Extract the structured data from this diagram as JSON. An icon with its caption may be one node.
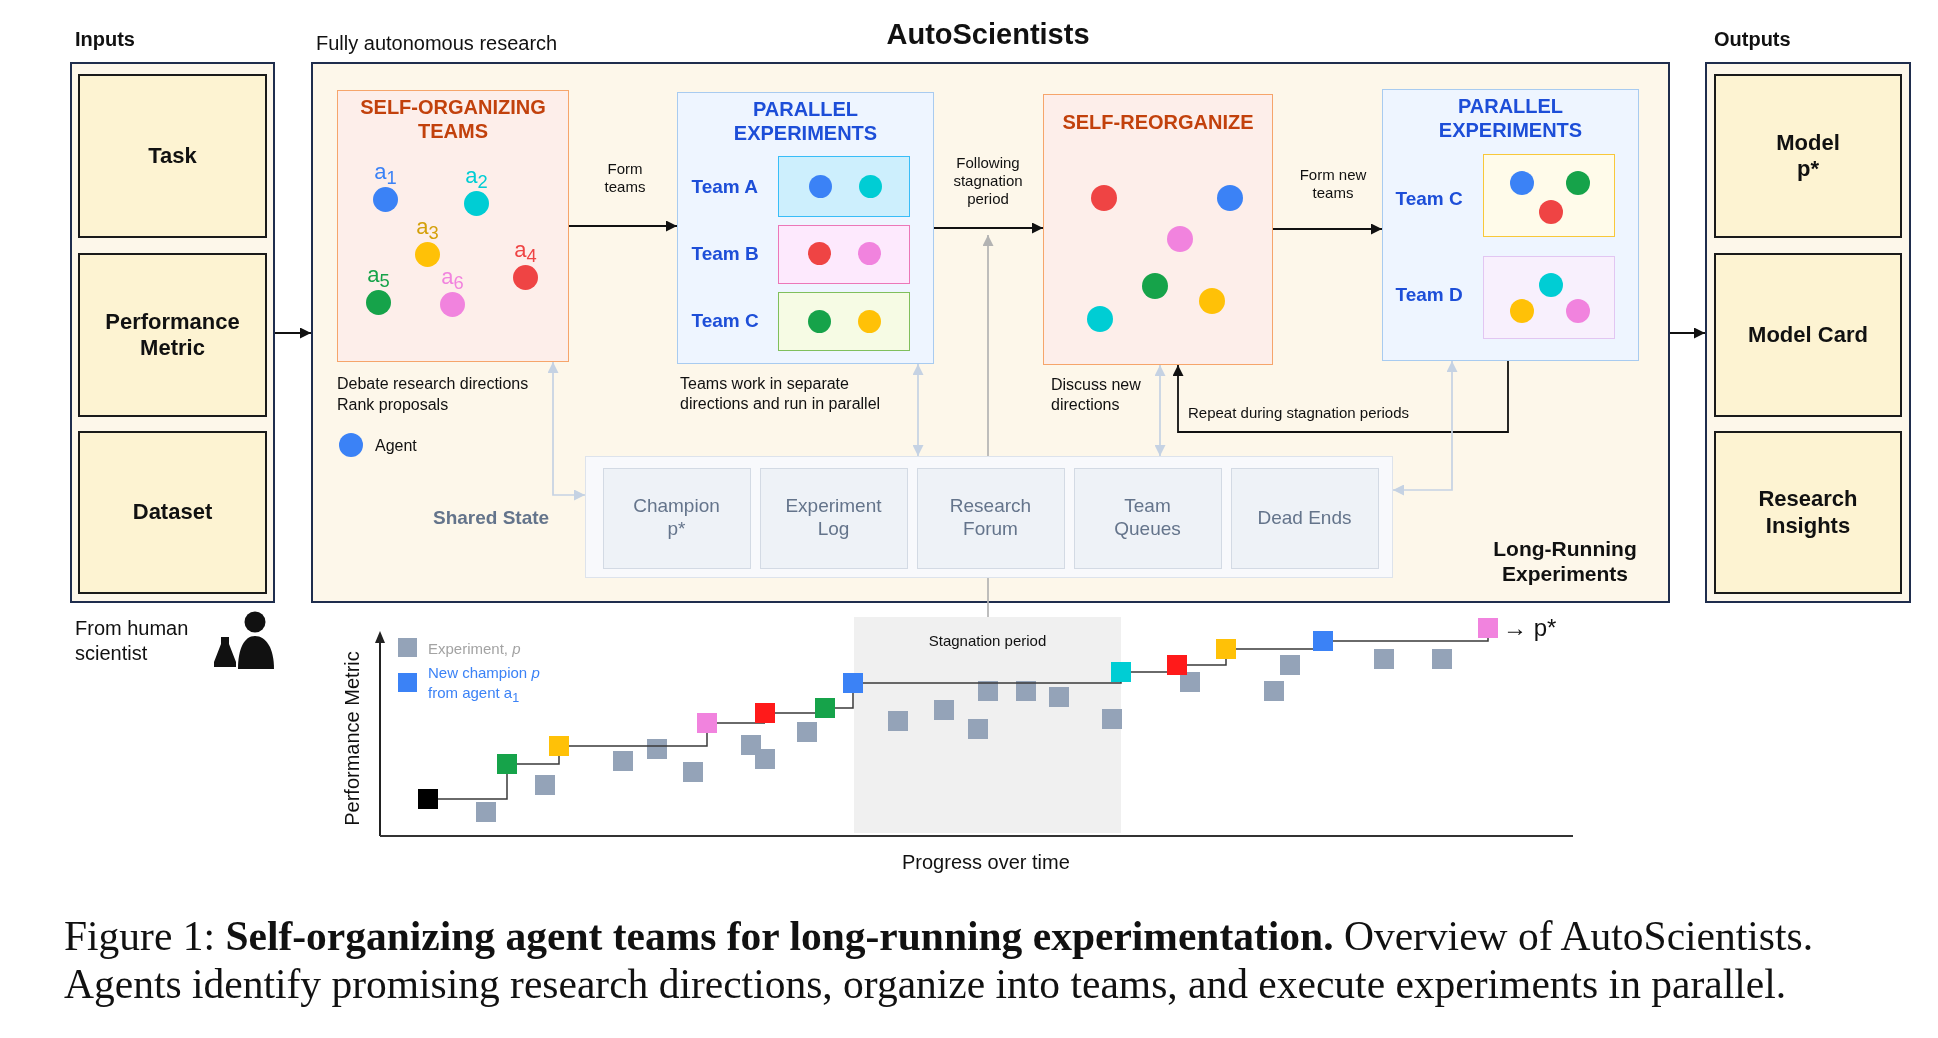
{
  "diagram": {
    "title": "AutoScientists",
    "caption": "Figure 1: **Self-organizing agent teams for long-running experimentation.** Overview of AutoScientists. Agents identify promising research directions, organize into teams, and execute experiments in parallel.",
    "nodes": [
      {
        "text": [
          "Inputs"
        ],
        "beside": [
          "From human scientist"
        ]
      },
      {
        "text": [
          "Task"
        ],
        "in": 0
      },
      {
        "text": [
          "Performance Metric"
        ],
        "in": 0
      },
      {
        "text": [
          "Dataset"
        ],
        "in": 0
      },
      {
        "text": [
          "Fully autonomous research",
          "Long-Running Experiments"
        ]
      },
      {
        "text": [
          "SELF-ORGANIZING TEAMS"
        ],
        "in": 4,
        "beside": [
          "Debate research directions",
          "Rank proposals"
        ]
      },
      {
        "text": [
          "a$_{1}$"
        ],
        "in": 5
      },
      {
        "text": [
          "a$_{2}$"
        ],
        "in": 5
      },
      {
        "text": [
          "a$_{3}$"
        ],
        "in": 5
      },
      {
        "text": [
          "a$_{4}$"
        ],
        "in": 5
      },
      {
        "text": [
          "a$_{5}$"
        ],
        "in": 5
      },
      {
        "text": [
          "a$_{6}$"
        ],
        "in": 5
      },
      {
        "text": [
          "PARALLEL EXPERIMENTS"
        ],
        "in": 4,
        "beside": [
          "Teams work in separate directions and run in parallel"
        ]
      },
      {
        "text": [
          "Team A"
        ],
        "in": 12
      },
      {
        "text": [],
        "shape": "circle",
        "in": 13
      },
      {
        "text": [],
        "shape": "circle",
        "in": 13
      },
      {
        "text": [
          "Team B"
        ],
        "in": 12
      },
      {
        "text": [],
        "shape": "circle",
        "in": 16
      },
      {
        "text": [],
        "shape": "circle",
        "in": 16
      },
      {
        "text": [
          "Team C"
        ],
        "in": 12
      },
      {
        "text": [],
        "shape": "circle",
        "in": 19
      },
      {
        "text": [],
        "shape": "circle",
        "in": 19
      },
      {
        "text": [
          "SELF-REORGANIZE"
        ],
        "in": 4,
        "beside": [
          "Discuss new directions"
        ]
      },
      {
        "text": [],
        "shape": "circle",
        "in": 22
      },
      {
        "text": [],
        "shape": "circle",
        "in": 22
      },
      {
        "text": [],
        "shape": "circle",
        "in": 22
      },
      {
        "text": [],
        "shape": "circle",
        "in": 22
      },
      {
        "text": [],
        "shape": "circle",
        "in": 22
      },
      {
        "text": [],
        "shape": "circle",
        "in": 22
      },
      {
        "text": [
          "PARALLEL EXPERIMENTS"
        ],
        "in": 4
      },
      {
        "text": [
          "Team C"
        ],
        "in": 29
      },
      {
        "text": [],
        "shape": "circle",
        "in": 30
      },
      {
        "text": [],
        "shape": "circle",
        "in": 30
      },
      {
        "text": [],
        "shape": "circle",
        "in": 30
      },
      {
        "text": [
          "Team D"
        ],
        "in": 29
      },
      {
        "text": [],
        "shape": "circle",
        "in": 34
      },
      {
        "text": [],
        "shape": "circle",
        "in": 34
      },
      {
        "text": [],
        "shape": "circle",
        "in": 34
      },
      {
        "text": [
          "Shared State"
        ],
        "in": 4
      },
      {
        "text": [
          "Champion p*"
        ],
        "in": 38
      },
      {
        "text": [
          "Experiment Log"
        ],
        "in": 38
      },
      {
        "text": [
          "Research Forum"
        ],
        "in": 38
      },
      {
        "text": [
          "Team Queues"
        ],
        "in": 38
      },
      {
        "text": [
          "Dead Ends"
        ],
        "in": 38
      },
      {
        "text": [
          "Outputs"
        ]
      },
      {
        "text": [
          "Model p*"
        ],
        "in": 44
      },
      {
        "text": [
          "Model Card"
        ],
        "in": 44
      },
      {
        "text": [
          "Research Insights"
        ],
        "in": 44
      },
      {
        "text": [
          "Stagnation period"
        ]
      }
    ],
    "edges": [
      {
        "from": 0,
        "to": 4,
        "arrow": "to"
      },
      {
        "from": 5,
        "to": 12,
        "arrow": "to",
        "label": "Form teams"
      },
      {
        "from": 12,
        "to": 22,
        "arrow": "to",
        "label": "Following stagnation period"
      },
      {
        "from": 22,
        "to": 29,
        "arrow": "to",
        "label": "Form new teams"
      },
      {
        "from": 29,
        "to": 22,
        "arrow": "to",
        "label": "Repeat during stagnation periods"
      },
      {
        "from": 4,
        "to": 44,
        "arrow": "to"
      },
      {
        "from": 38,
        "to": 5,
        "arrow": "both",
        "color": "#c5d2e3"
      },
      {
        "from": 38,
        "to": 12,
        "arrow": "both",
        "color": "#c5d2e3"
      },
      {
        "from": 38,
        "to": 22,
        "arrow": "both",
        "color": "#c5d2e3"
      },
      {
        "from": 38,
        "to": 29,
        "arrow": "both",
        "color": "#c5d2e3"
      },
      {
        "from": 48,
        "to": null,
        "arrow": "to",
        "color": "#b3b3b3"
      }
    ],
    "labels": [
      "Performance Metric",
      "Progress over time",
      "→ p*"
    ],
    "legend": [
      {
        "text": "Agent",
        "color": "#3b82f6"
      },
      {
        "text": "Experiment, *p*",
        "color": "#94a3b8"
      },
      {
        "text": "New champion *p* from agent a$_{1}$",
        "color": "#3b82f6"
      }
    ]
  }
}
